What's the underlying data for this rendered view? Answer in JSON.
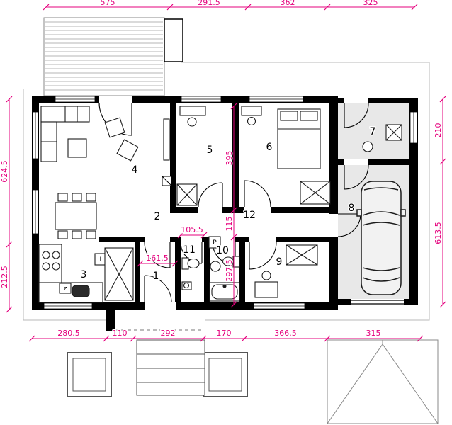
{
  "colors": {
    "dimension_line": "#e5007d",
    "wall": "#000000",
    "garage_floor": "#e8e8e8"
  },
  "dimensions": {
    "top": [
      "575",
      "291.5",
      "362",
      "325"
    ],
    "left": [
      "624.5",
      "212.5"
    ],
    "right": [
      "210",
      "613.5"
    ],
    "bottom": [
      "280.5",
      "110",
      "292",
      "170",
      "366.5",
      "315"
    ],
    "interior_vertical": [
      "395",
      "115",
      "297.5"
    ],
    "interior_horizontal": [
      "161.5",
      "105.5"
    ]
  },
  "rooms": {
    "r1": "1",
    "r2": "2",
    "r3": "3",
    "r4": "4",
    "r5": "5",
    "r6": "6",
    "r7": "7",
    "r8": "8",
    "r9": "9",
    "r10": "10",
    "r11": "11",
    "r12": "12"
  },
  "appliances": {
    "sink": "z",
    "fridge": "L",
    "washer": "P"
  }
}
